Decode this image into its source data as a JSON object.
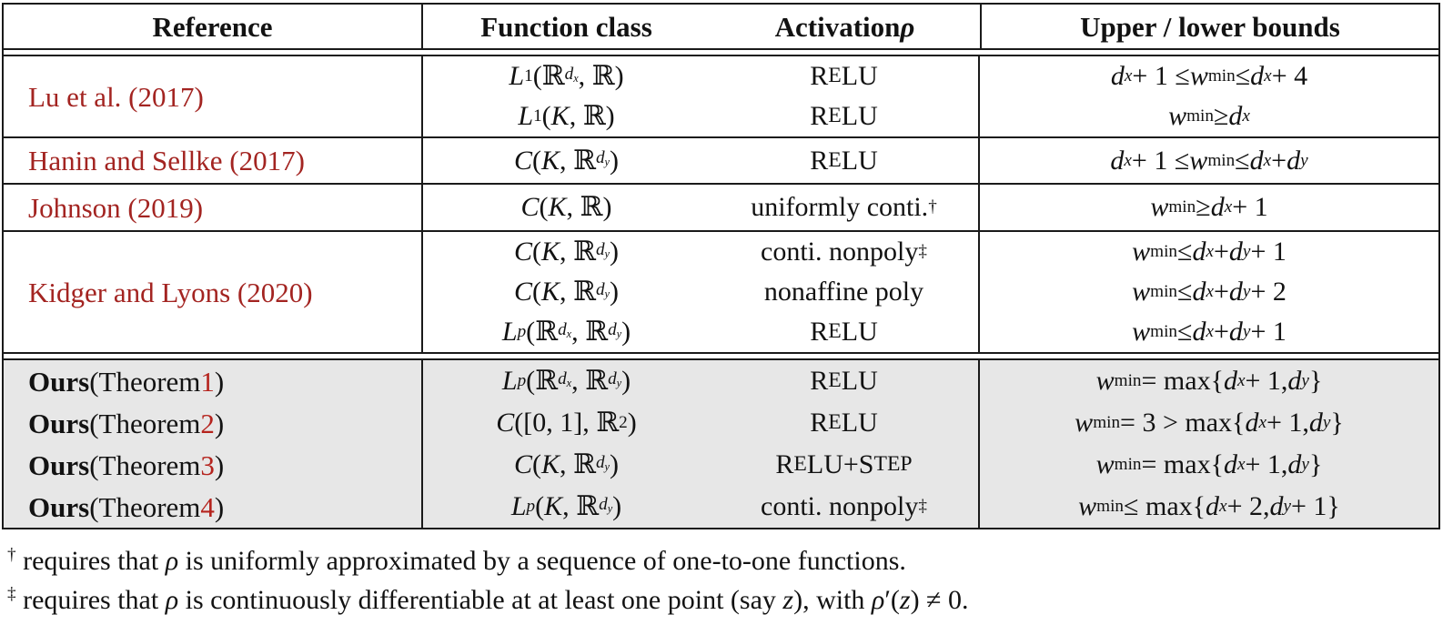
{
  "colors": {
    "citation": "#a32421",
    "theorem_number": "#b5231d",
    "ours_bg": "#e7e7e7",
    "border": "#1a1a1a",
    "text": "#121212"
  },
  "header": {
    "reference": "Reference",
    "function_class": "Function class",
    "activation": "Activation *ρ*",
    "bounds": "Upper / lower bounds"
  },
  "sections": [
    {
      "reference": "Lu et al. (2017)",
      "rows": [
        {
          "fc": "*L*^{1}(ℝ^{*d*_{*x*}}, ℝ)",
          "act": "R~{E}LU",
          "bound": "*d*_{*x*} + 1 ≤ *w*_{min} ≤ *d*_{*x*} + 4"
        },
        {
          "fc": "*L*^{1}(*K*, ℝ)",
          "act": "R~{E}LU",
          "bound": "*w*_{min} ≥ *d*_{*x*}"
        }
      ]
    },
    {
      "reference": "Hanin and Sellke (2017)",
      "rows": [
        {
          "fc": "*C*(*K*, ℝ^{*d*_{*y*}})",
          "act": "R~{E}LU",
          "bound": "*d*_{*x*} + 1 ≤ *w*_{min} ≤ *d*_{*x*} + *d*_{*y*}"
        }
      ]
    },
    {
      "reference": "Johnson (2019)",
      "rows": [
        {
          "fc": "*C*(*K*, ℝ)",
          "act": "uniformly conti.^{†}",
          "bound": "*w*_{min} ≥ *d*_{*x*} + 1"
        }
      ]
    },
    {
      "reference": "Kidger and Lyons (2020)",
      "rows": [
        {
          "fc": "*C*(*K*, ℝ^{*d*_{*y*}})",
          "act": "conti. nonpoly^{‡}",
          "bound": "*w*_{min} ≤ *d*_{*x*} + *d*_{*y*} + 1"
        },
        {
          "fc": "*C*(*K*, ℝ^{*d*_{*y*}})",
          "act": "nonaffine poly",
          "bound": "*w*_{min} ≤ *d*_{*x*} + *d*_{*y*} + 2"
        },
        {
          "fc": "*L*^{*p*}(ℝ^{*d*_{*x*}}, ℝ^{*d*_{*y*}})",
          "act": "R~{E}LU",
          "bound": "*w*_{min} ≤ *d*_{*x*} + *d*_{*y*} + 1"
        }
      ]
    }
  ],
  "ours": [
    {
      "name": "Ours",
      "pre": " (Theorem ",
      "num": "1",
      "post": ")",
      "fc": "*L*^{*p*}(ℝ^{*d*_{*x*}}, ℝ^{*d*_{*y*}})",
      "act": "R~{E}LU",
      "bound": "*w*_{min} = max{*d*_{*x*} + 1, *d*_{*y*}}"
    },
    {
      "name": "Ours",
      "pre": " (Theorem ",
      "num": "2",
      "post": ")",
      "fc": "*C*([0, 1], ℝ^{2})",
      "act": "R~{E}LU",
      "bound": "*w*_{min} = 3 > max{*d*_{*x*} + 1, *d*_{*y*}}"
    },
    {
      "name": "Ours",
      "pre": " (Theorem ",
      "num": "3",
      "post": ")",
      "fc": "*C*(*K*, ℝ^{*d*_{*y*}})",
      "act": "R~{E}LU+S~{TEP}",
      "bound": "*w*_{min} = max{*d*_{*x*} + 1, *d*_{*y*}}"
    },
    {
      "name": "Ours",
      "pre": " (Theorem ",
      "num": "4",
      "post": ")",
      "fc": "*L*^{*p*}(*K*, ℝ^{*d*_{*y*}})",
      "act": "conti. nonpoly^{‡}",
      "bound": "*w*_{min} ≤ max{*d*_{*x*} + 2, *d*_{*y*} + 1}"
    }
  ],
  "footnotes": [
    "^{†} requires that *ρ* is uniformly approximated by a sequence of one-to-one functions.",
    "^{‡} requires that *ρ* is continuously differentiable at at least one point (say *z*), with *ρ*′(*z*) ≠ 0."
  ]
}
